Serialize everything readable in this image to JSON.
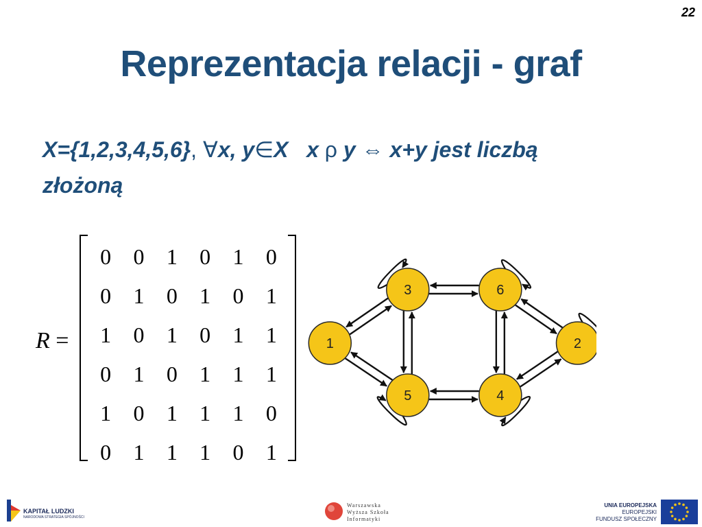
{
  "page_number": "22",
  "title": "Reprezentacja relacji - graf",
  "statement": {
    "set_def": "X={1,2,3,4,5,6}",
    "comma": ",",
    "quant": "∀",
    "vars": "x, y",
    "elem": "∈",
    "X": "X",
    "rel_x": "x",
    "rho": "ρ",
    "rel_y": "y",
    "iff": "⇔",
    "condition": "x+y jest liczbą",
    "line2": "złożoną"
  },
  "matrix": {
    "label": "R",
    "eq": "=",
    "rows": [
      [
        "0",
        "0",
        "1",
        "0",
        "1",
        "0"
      ],
      [
        "0",
        "1",
        "0",
        "1",
        "0",
        "1"
      ],
      [
        "1",
        "0",
        "1",
        "0",
        "1",
        "1"
      ],
      [
        "0",
        "1",
        "0",
        "1",
        "1",
        "1"
      ],
      [
        "1",
        "0",
        "1",
        "1",
        "1",
        "0"
      ],
      [
        "0",
        "1",
        "1",
        "1",
        "0",
        "1"
      ]
    ]
  },
  "graph": {
    "node_color": "#f5c518",
    "nodes": [
      {
        "id": "1",
        "label": "1"
      },
      {
        "id": "2",
        "label": "2"
      },
      {
        "id": "3",
        "label": "3"
      },
      {
        "id": "4",
        "label": "4"
      },
      {
        "id": "5",
        "label": "5"
      },
      {
        "id": "6",
        "label": "6"
      }
    ],
    "edges": [
      [
        "1",
        "3"
      ],
      [
        "1",
        "5"
      ],
      [
        "3",
        "5"
      ],
      [
        "3",
        "6"
      ],
      [
        "2",
        "6"
      ],
      [
        "2",
        "4"
      ],
      [
        "4",
        "5"
      ],
      [
        "4",
        "6"
      ]
    ],
    "loops": [
      "2",
      "3",
      "4",
      "5",
      "6"
    ]
  },
  "footer": {
    "left_title": "KAPITAŁ LUDZKI",
    "left_sub": "NARODOWA STRATEGIA SPÓJNOŚCI",
    "center_lines": [
      "Warszawska",
      "Wyższa Szkoła",
      "Informatyki"
    ],
    "right_lines": [
      "UNIA EUROPEJSKA",
      "EUROPEJSKI",
      "FUNDUSZ SPOŁECZNY"
    ]
  }
}
